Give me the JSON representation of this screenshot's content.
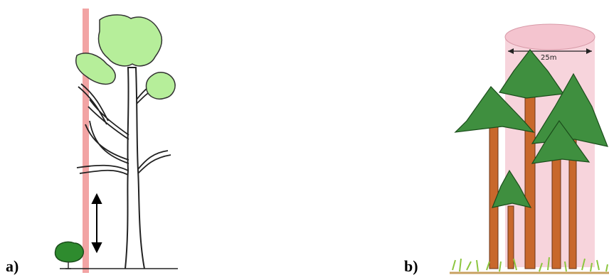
{
  "panels": {
    "a": {
      "label": "a)"
    },
    "b": {
      "label": "b)",
      "plot_radius_label": "25m"
    }
  },
  "colors": {
    "foliage_light": "#b6ee9a",
    "foliage_dark": "#2e8b2e",
    "conifer": "#3f8f3f",
    "trunk": "#c8682c",
    "plot_cylinder": "#f7c9d3",
    "red_line": "#f2a0a0",
    "grass": "#8cc63f"
  }
}
